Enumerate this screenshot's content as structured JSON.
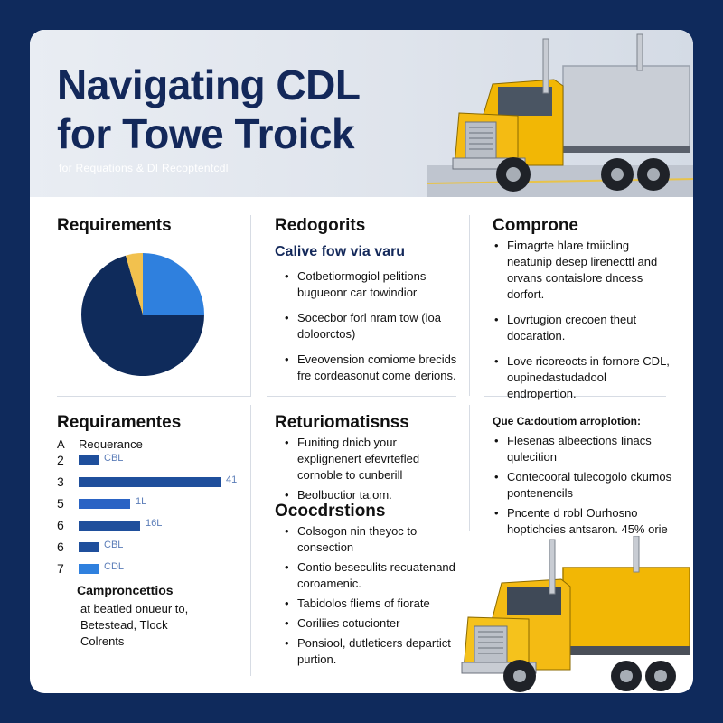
{
  "header": {
    "title_line1": "Navigating CDL",
    "title_line2": "for Towe Troick",
    "subtitle": "for Requations & DI Recoptentcdl"
  },
  "col1_top": {
    "heading": "Requirements",
    "chart_data": {
      "type": "pie",
      "values": [
        70.5,
        25,
        4.5
      ],
      "colors": [
        "#0f2b5b",
        "#2f80de",
        "#f2c14e"
      ]
    }
  },
  "col2_top": {
    "heading": "Redogorits",
    "subheading": "Calive fow via varu",
    "items": [
      "Cotbetiormogiol pelitions bugueonr car towindior",
      "Socecbor forl nram tow (ioa doloorctos)",
      "Eveovension comiome brecids fre cordeasonut come derions."
    ]
  },
  "col3_top": {
    "heading": "Comprone",
    "items": [
      "Firnagrte hlare tmiicling neatunip desep lirenecttl and orvans contaislore dncess dorfort.",
      "Lovrtugion crecoen theut docaration.",
      "Love ricoreocts in fornore CDL, oupinedastudadool endropertion."
    ]
  },
  "col1_bottom": {
    "heading": "Requiramentes",
    "header_num": "A",
    "header_label": "Requerance",
    "rows": [
      {
        "num": "2",
        "value": 0.08,
        "label": "CBL",
        "color": "#1f4f9c"
      },
      {
        "num": "3",
        "value": 0.58,
        "label": "41",
        "color": "#1f4f9c"
      },
      {
        "num": "5",
        "value": 0.21,
        "label": "1L",
        "color": "#2a63c4"
      },
      {
        "num": "6",
        "value": 0.25,
        "label": "16L",
        "color": "#1f4f9c"
      },
      {
        "num": "6",
        "value": 0.08,
        "label": "CBL",
        "color": "#1f4f9c"
      },
      {
        "num": "7",
        "value": 0.08,
        "label": "CDL",
        "color": "#2f80de"
      }
    ],
    "sub_heading": "Camproncettios",
    "sub_lines": [
      "at beatled onueur to,",
      "Betestead, Tlock",
      "Colrents"
    ]
  },
  "col2_bottom": {
    "heading": "Returiomatisnss",
    "items": [
      "Funiting dnicb your explignenert efevrtefled cornoble to cunberill",
      "Beolbuctior ta,om."
    ],
    "heading2": "Ococdrstions",
    "items2": [
      "Colsogon nin theyoc to consection",
      "Contio beseculits recuatenand coroamenic.",
      "Tabidolos fliems of fiorate",
      "Coriliies cotucionter",
      "Ponsiool, dutleticers departict purtion."
    ]
  },
  "col3_bottom": {
    "heading": "Que Ca:doutiom arroplotion:",
    "items": [
      "Flesenas albeections Iinacs qulecition",
      "Contecooral tulecogolo ckurnos pontenencils",
      "Pncente d robl Ourhosno hoptichcies antsaron. 45% orie"
    ]
  }
}
